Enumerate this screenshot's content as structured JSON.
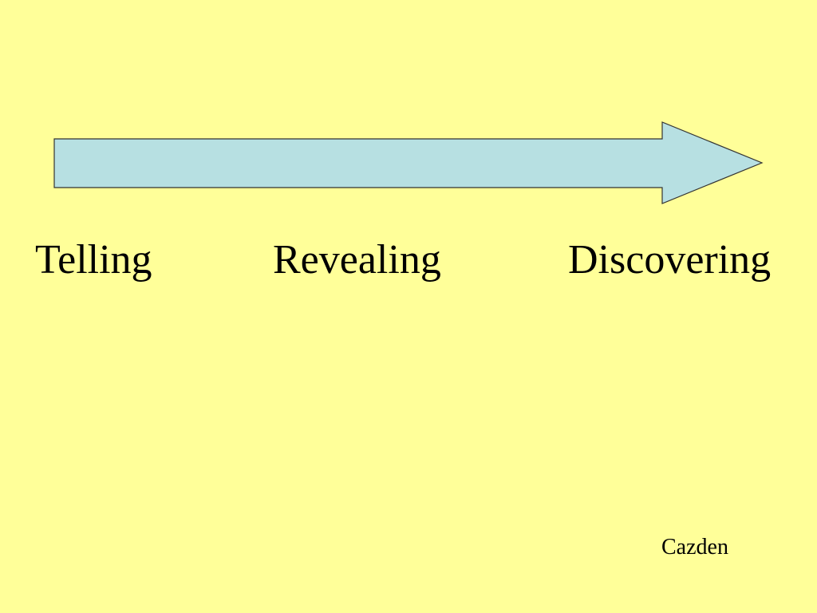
{
  "colors": {
    "background": "#FFFF99",
    "arrow_fill": "#B7E0E2",
    "arrow_stroke": "#333333",
    "text": "#000000"
  },
  "stages": [
    {
      "label": "Telling"
    },
    {
      "label": "Revealing"
    },
    {
      "label": "Discovering"
    }
  ],
  "credit": "Cazden"
}
